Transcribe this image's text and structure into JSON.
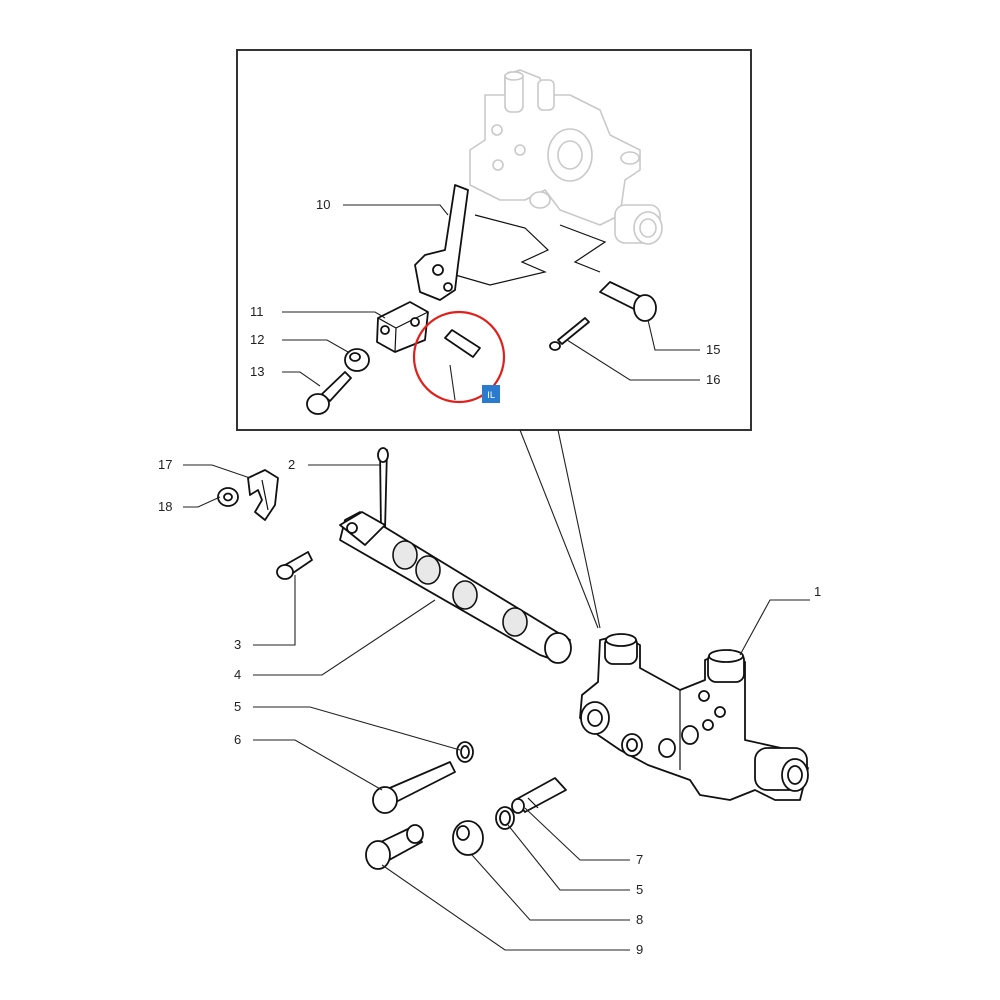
{
  "diagram": {
    "callouts": {
      "c1": "1",
      "c2": "2",
      "c3": "3",
      "c4": "4",
      "c5a": "5",
      "c5b": "5",
      "c6": "6",
      "c7": "7",
      "c8": "8",
      "c9": "9",
      "c10": "10",
      "c11": "11",
      "c12": "12",
      "c13": "13",
      "c15": "15",
      "c16": "16",
      "c17": "17",
      "c18": "18"
    },
    "highlight_color": "#e0201b",
    "badge_color": "#2a7bd0",
    "badge_glyph": "IL"
  }
}
